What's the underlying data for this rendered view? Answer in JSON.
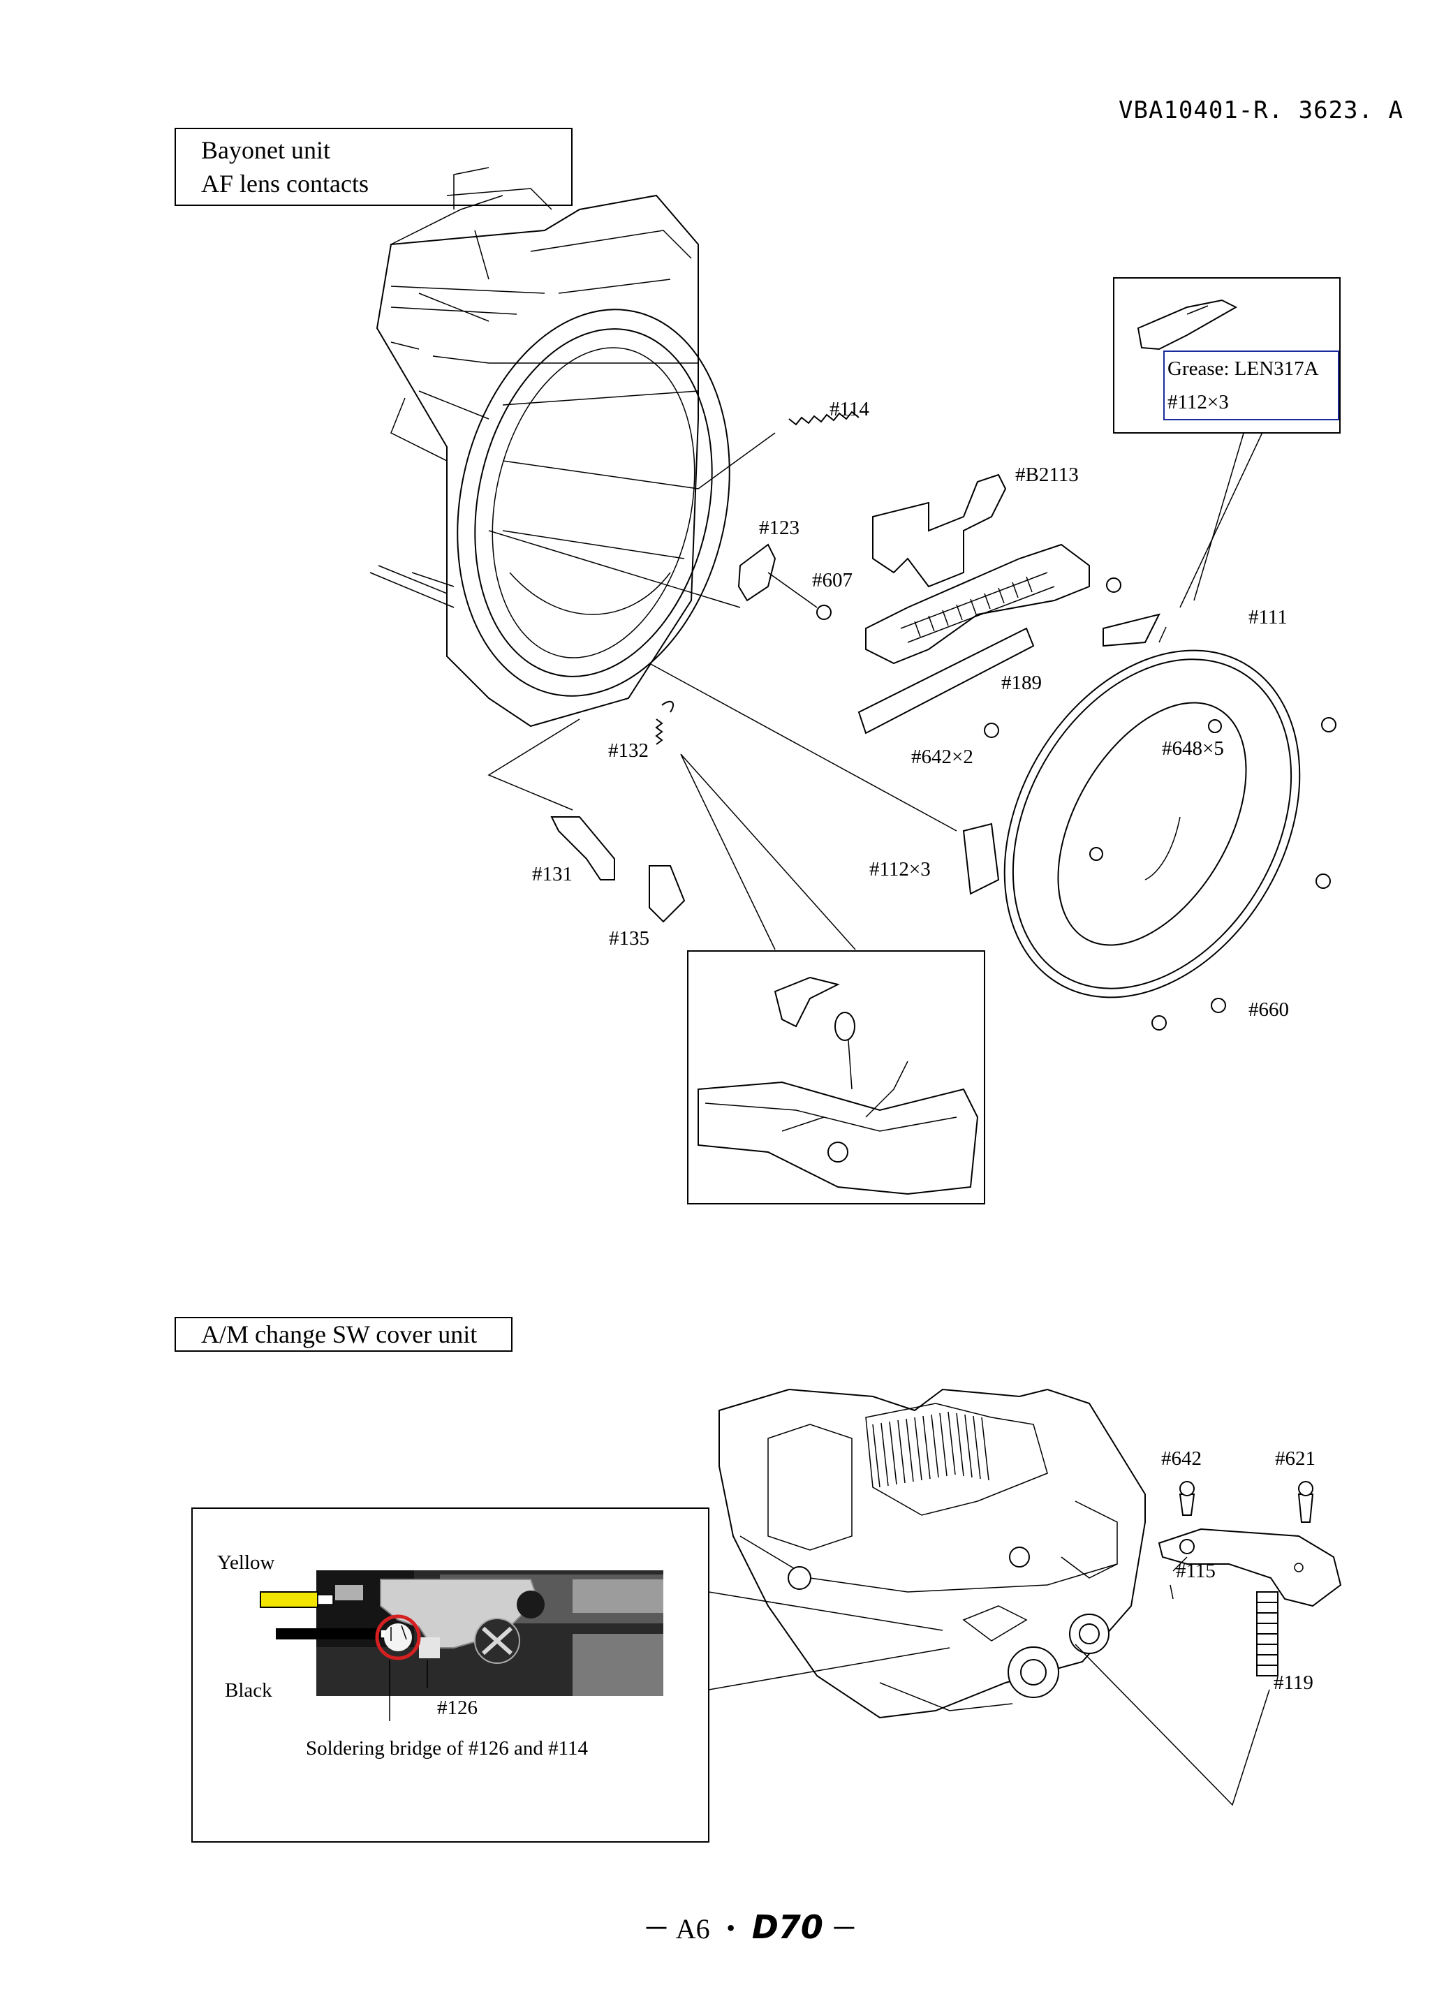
{
  "header": {
    "doc_code": "VBA10401-R. 3623. A"
  },
  "section1": {
    "title_line1": "Bayonet unit",
    "title_line2": "AF lens contacts",
    "grease_line1": "Grease: LEN317A",
    "grease_line2": "#112×3",
    "labels": {
      "p114": "#114",
      "b2113": "#B2113",
      "p123": "#123",
      "p607": "#607",
      "p111": "#111",
      "p189": "#189",
      "p132": "#132",
      "p642x2": "#642×2",
      "p648x5": "#648×5",
      "p131": "#131",
      "p112x3": "#112×3",
      "p135": "#135",
      "p660": "#660"
    }
  },
  "section2": {
    "title": "A/M change SW cover unit",
    "labels": {
      "p642": "#642",
      "p621": "#621",
      "p115": "#115",
      "p119": "#119",
      "yellow": "Yellow",
      "black": "Black",
      "p126": "#126",
      "solder_note": "Soldering bridge of #126 and #114"
    },
    "colors": {
      "yellow_wire": "#f2e600",
      "black_wire": "#000000",
      "marker": "#d42020"
    }
  },
  "footer": {
    "prefix": "－ A6 ・",
    "brand": "D70",
    "suffix": "－"
  }
}
